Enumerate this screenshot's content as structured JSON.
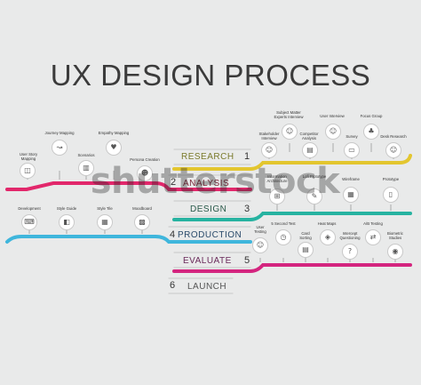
{
  "title": "UX DESIGN PROCESS",
  "watermark": "shutterstock",
  "steps": [
    {
      "num": "1",
      "label": "RESEARCH",
      "color": "#e3c62f"
    },
    {
      "num": "2",
      "label": "ANALYSIS",
      "color": "#e2276b"
    },
    {
      "num": "3",
      "label": "DESIGN",
      "color": "#27b3a1"
    },
    {
      "num": "4",
      "label": "PRODUCTION",
      "color": "#3fb6dc"
    },
    {
      "num": "5",
      "label": "EVALUATE",
      "color": "#d4257f"
    },
    {
      "num": "6",
      "label": "LAUNCH",
      "color": "#c9c9c9"
    }
  ],
  "research_items": [
    "Stakeholder Interview",
    "Subject Matter Experts Interview",
    "Competitor Analysis",
    "User Interview",
    "Survey",
    "Focus Group",
    "Desk Research"
  ],
  "analysis_items": [
    "User Story Mapping",
    "Journey Mapping",
    "Scenarios",
    "Empathy Mapping",
    "Persona Creation"
  ],
  "design_items": [
    "Information Architecture",
    "Lofi Prototype",
    "Wireframe",
    "Prototype"
  ],
  "production_items": [
    "Development",
    "Style Guide",
    "Style Tile",
    "Moodboard"
  ],
  "evaluate_items": [
    "User Testing",
    "5 Second Test",
    "Card Sorting",
    "Heat Maps",
    "Intercept Questioning",
    "A/B Testing",
    "Biometric Studies"
  ],
  "icons": {
    "research": [
      "person-icon",
      "person-icon",
      "chart-icon",
      "person-icon",
      "clipboard-icon",
      "group-icon",
      "person-icon"
    ],
    "analysis": [
      "map-icon",
      "journey-icon",
      "scenario-icon",
      "heart-icon",
      "persona-icon"
    ],
    "design": [
      "sitemap-icon",
      "sketch-icon",
      "wireframe-icon",
      "prototype-icon"
    ],
    "production": [
      "code-icon",
      "palette-icon",
      "tiles-icon",
      "moodboard-icon"
    ],
    "evaluate": [
      "user-icon",
      "stopwatch-icon",
      "cards-icon",
      "heatmap-icon",
      "question-icon",
      "ab-icon",
      "eye-icon"
    ]
  }
}
